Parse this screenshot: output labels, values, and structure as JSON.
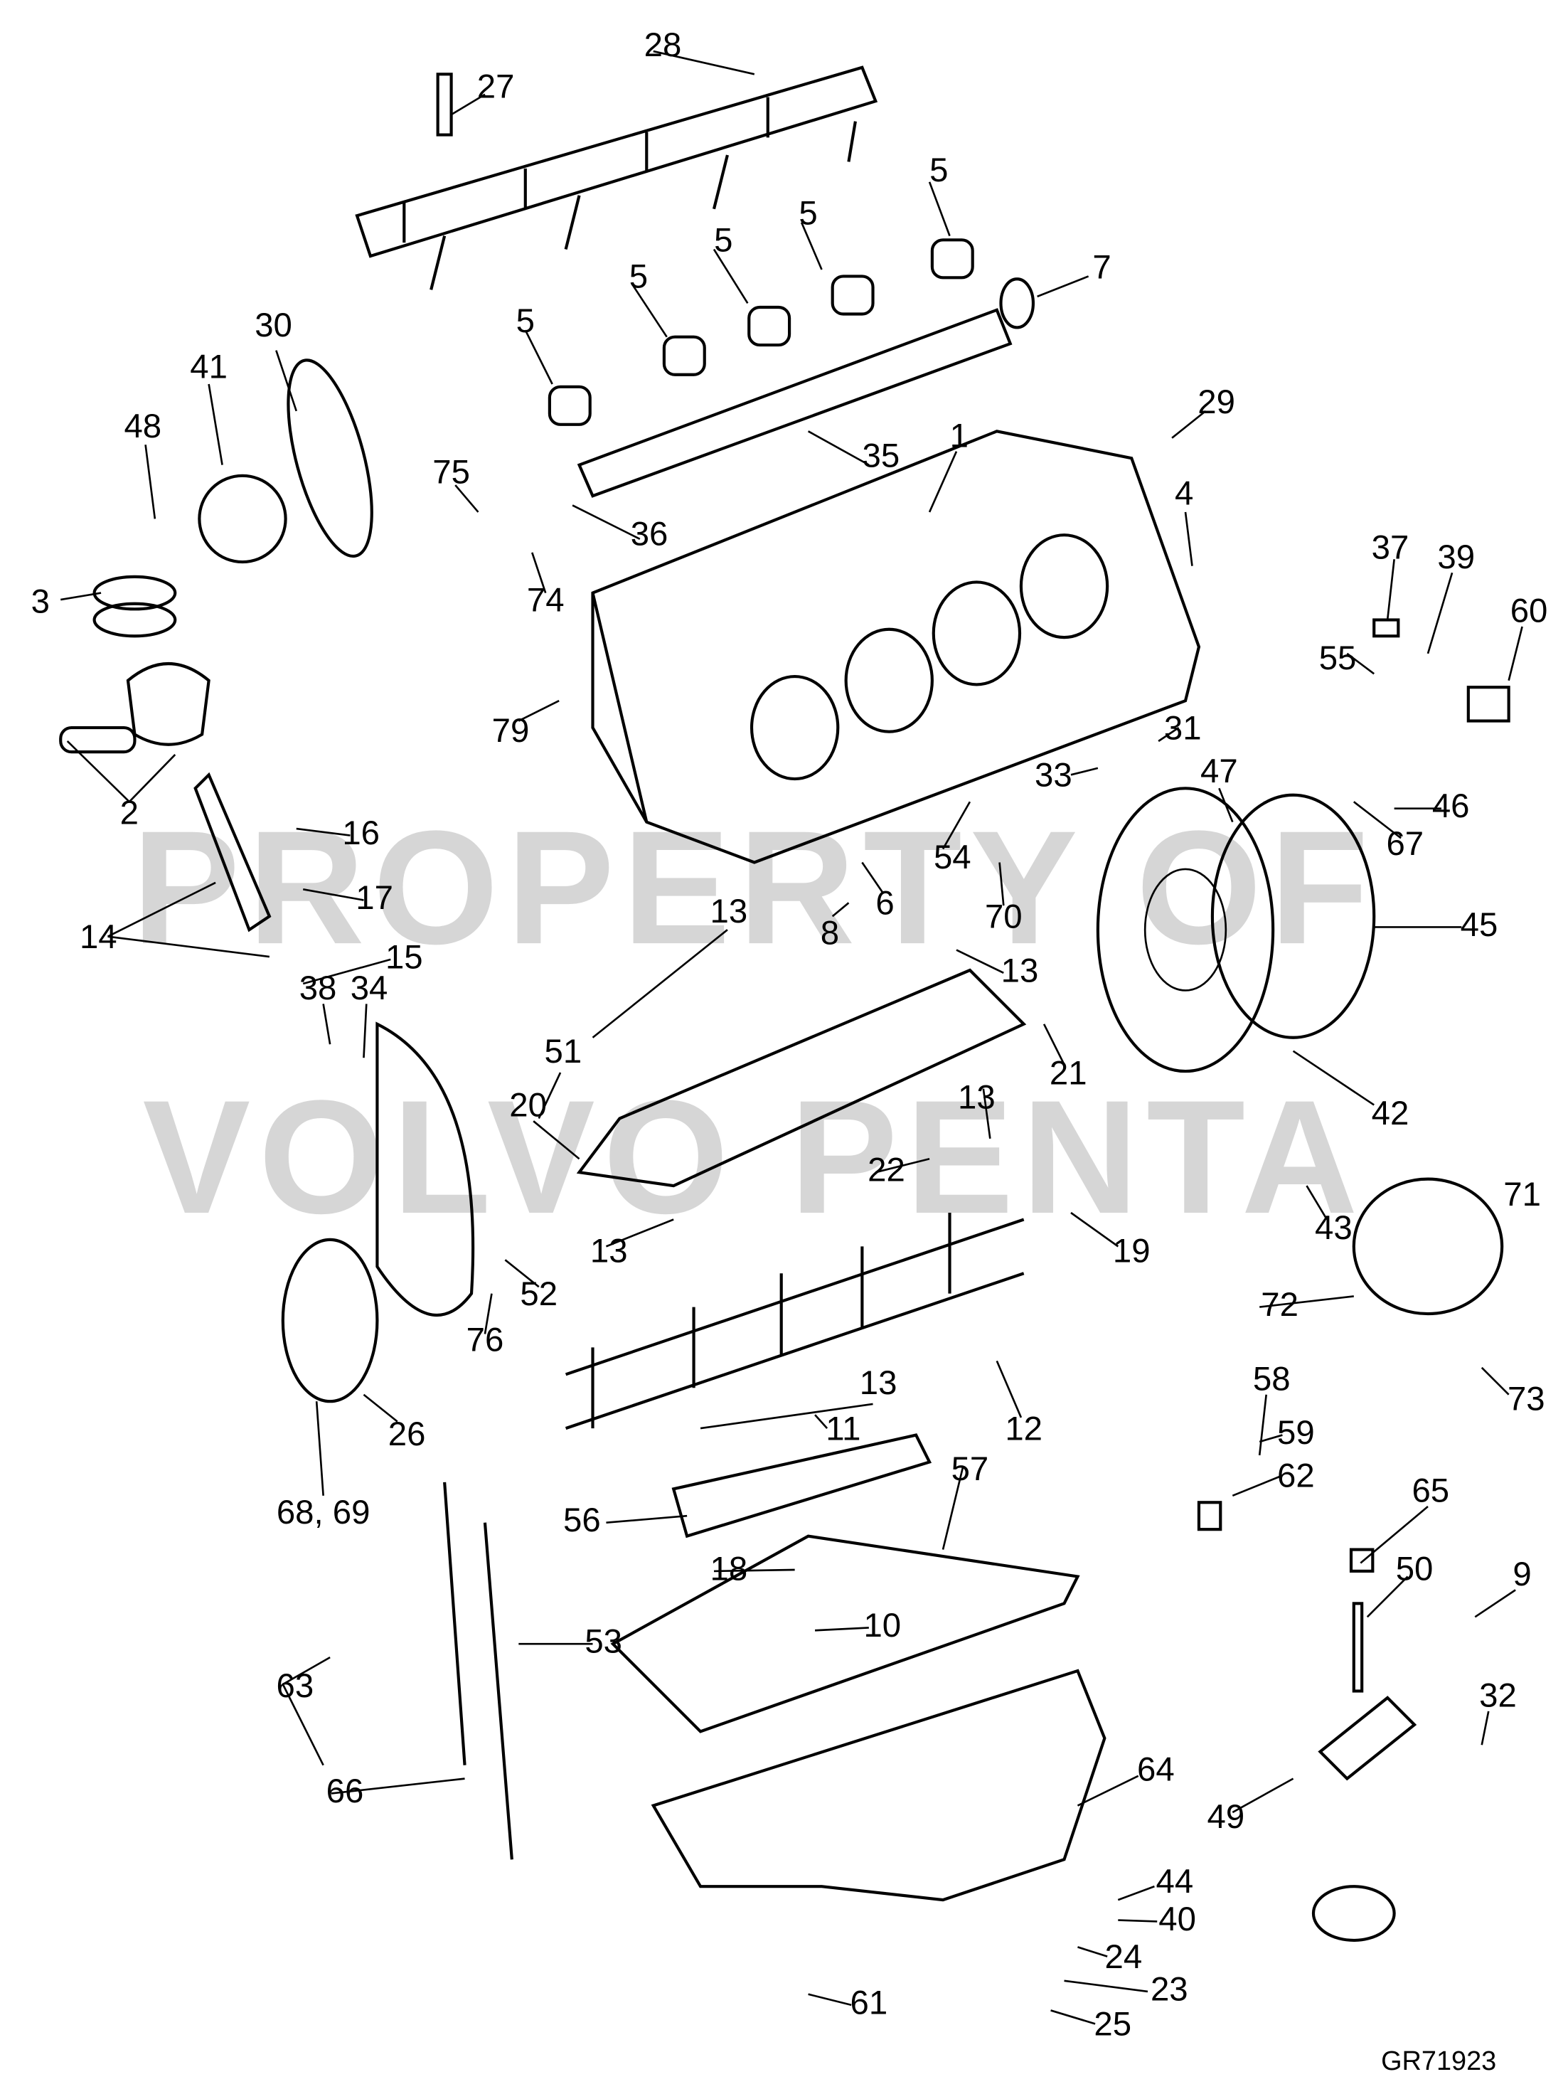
{
  "diagram": {
    "title": "Engine block exploded parts diagram",
    "reference_code": "GR71923",
    "watermark": [
      "PROPERTY OF",
      "VOLVO PENTA"
    ],
    "callouts": [
      "28",
      "27",
      "5",
      "5",
      "5",
      "5",
      "5",
      "7",
      "30",
      "41",
      "48",
      "1",
      "29",
      "35",
      "75",
      "36",
      "4",
      "74",
      "3",
      "37",
      "39",
      "60",
      "55",
      "79",
      "31",
      "33",
      "47",
      "46",
      "67",
      "2",
      "16",
      "54",
      "6",
      "70",
      "45",
      "8",
      "13",
      "17",
      "14",
      "15",
      "13",
      "38",
      "34",
      "51",
      "20",
      "21",
      "13",
      "42",
      "22",
      "19",
      "43",
      "71",
      "13",
      "52",
      "76",
      "72",
      "73",
      "13",
      "12",
      "11",
      "58",
      "59",
      "62",
      "26",
      "57",
      "68, 69",
      "56",
      "65",
      "18",
      "50",
      "9",
      "10",
      "63",
      "53",
      "32",
      "66",
      "64",
      "49",
      "44",
      "40",
      "24",
      "23",
      "61",
      "25"
    ]
  }
}
